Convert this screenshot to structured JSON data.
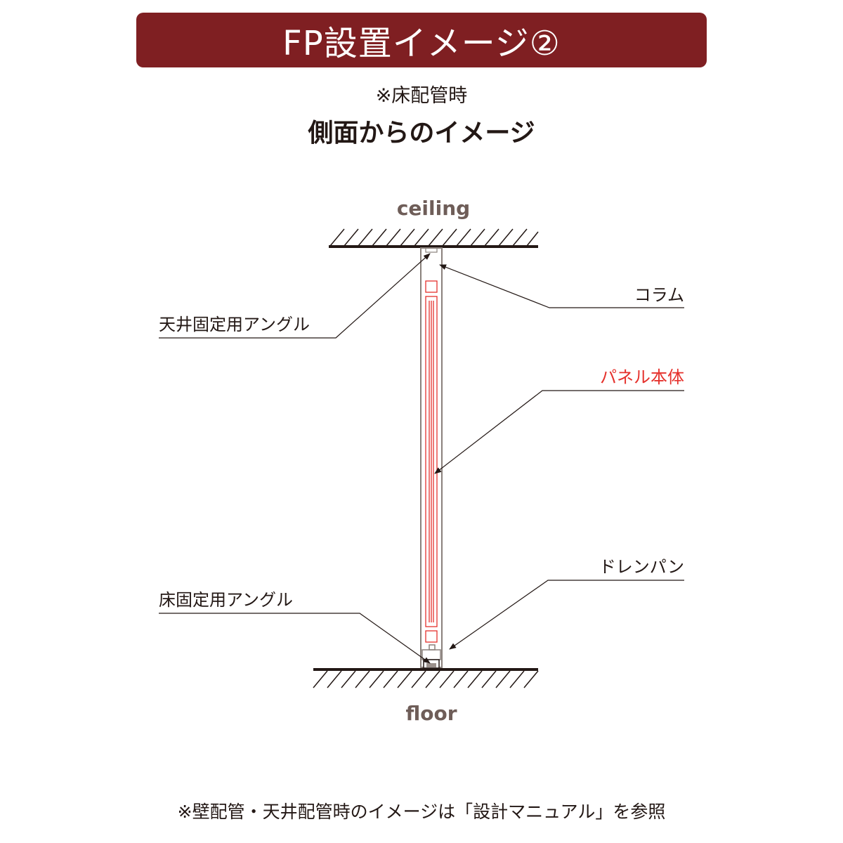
{
  "header": {
    "title": "FP設置イメージ②"
  },
  "subtitle": {
    "note": "※床配管時",
    "heading": "側面からのイメージ"
  },
  "diagram": {
    "ceiling_label": "ceiling",
    "floor_label": "floor",
    "callouts": {
      "ceiling_angle": "天井固定用アングル",
      "column": "コラム",
      "panel_body": "パネル本体",
      "drain_pan": "ドレンパン",
      "floor_angle": "床固定用アングル"
    },
    "colors": {
      "banner": "#7f1f22",
      "panel": "#e5312c",
      "text": "#231815",
      "surface_label": "#6e5d58"
    }
  },
  "footer": {
    "note": "※壁配管・天井配管時のイメージは「設計マニュアル」を参照"
  }
}
